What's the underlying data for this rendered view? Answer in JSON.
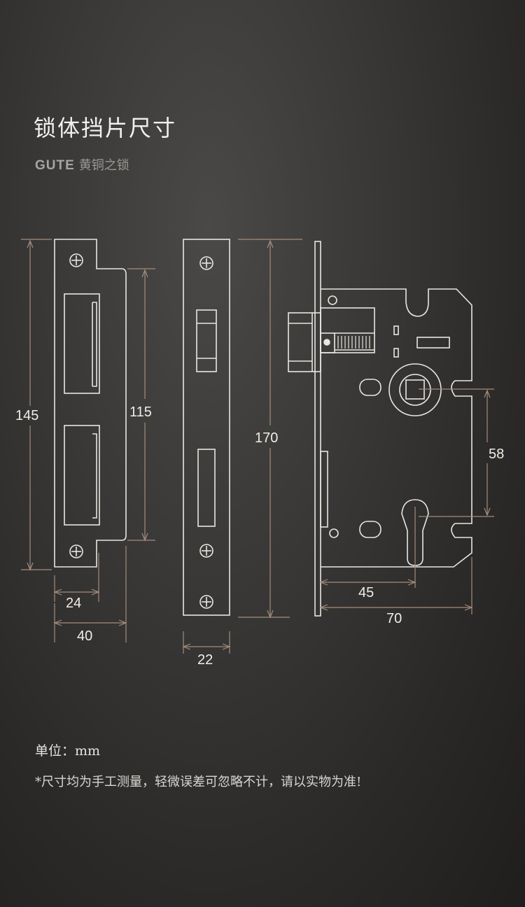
{
  "header": {
    "title": "锁体挡片尺寸",
    "brand_logo": "GUTE",
    "brand_slogan": "黄铜之锁"
  },
  "dimensions": {
    "strike_height": "145",
    "strike_inner": "115",
    "strike_lip": "24",
    "strike_width": "40",
    "faceplate_height": "170",
    "faceplate_width": "22",
    "center_distance": "58",
    "backset": "45",
    "body_depth": "70"
  },
  "footer": {
    "unit": "单位：mm",
    "note": "*尺寸均为手工测量，轻微误差可忽略不计，请以实物为准!"
  },
  "colors": {
    "line": "#e9e6e1",
    "dimension_line": "#a48c7c",
    "text": "#f0ede8"
  }
}
